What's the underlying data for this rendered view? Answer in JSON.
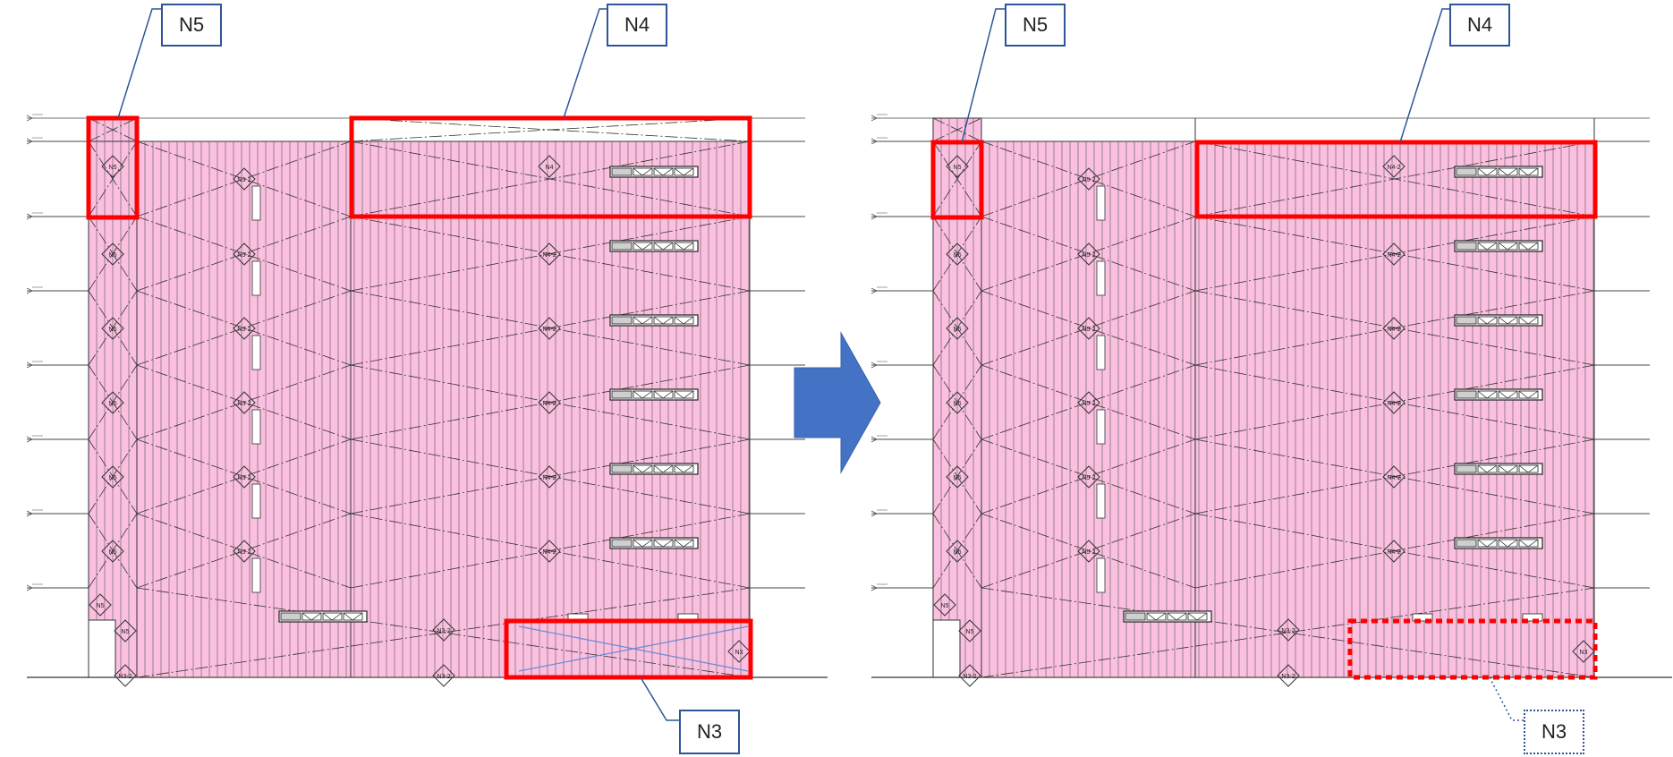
{
  "left_panel": {
    "labels": {
      "n5": "N5",
      "n4": "N4",
      "n3": "N3"
    },
    "bay_tags": [
      "N5",
      "N5",
      "N5",
      "N5",
      "N5",
      "N5",
      "N5",
      "N5"
    ],
    "mid_tags": [
      "N5-2",
      "N5-2",
      "N5-2",
      "N5-2",
      "N5-2",
      "N5-2"
    ],
    "right_tags": [
      "N4",
      "N4-2",
      "N4-2",
      "N4-2",
      "N4-2",
      "N4-2"
    ],
    "bottom_tags": [
      "N3-2",
      "N3-2",
      "N3"
    ]
  },
  "right_panel": {
    "labels": {
      "n5": "N5",
      "n4": "N4",
      "n3": "N3"
    },
    "bay_tags": [
      "N5",
      "N5",
      "N5",
      "N5",
      "N5",
      "N5",
      "N5",
      "N5"
    ],
    "mid_tags": [
      "N5-2",
      "N5-2",
      "N5-2",
      "N5-2",
      "N5-2",
      "N5-2"
    ],
    "right_tags": [
      "N4-2",
      "N4-2",
      "N4-2",
      "N4-2",
      "N4-2",
      "N4-2"
    ],
    "bottom_tags": [
      "N3-2",
      "N3-2",
      "N3"
    ]
  },
  "colors": {
    "panel_fill": "#fbc0e0",
    "highlight": "#ff0000",
    "callout": "#2f5597",
    "arrow": "#4472c4",
    "brace": "#6b88d6"
  }
}
